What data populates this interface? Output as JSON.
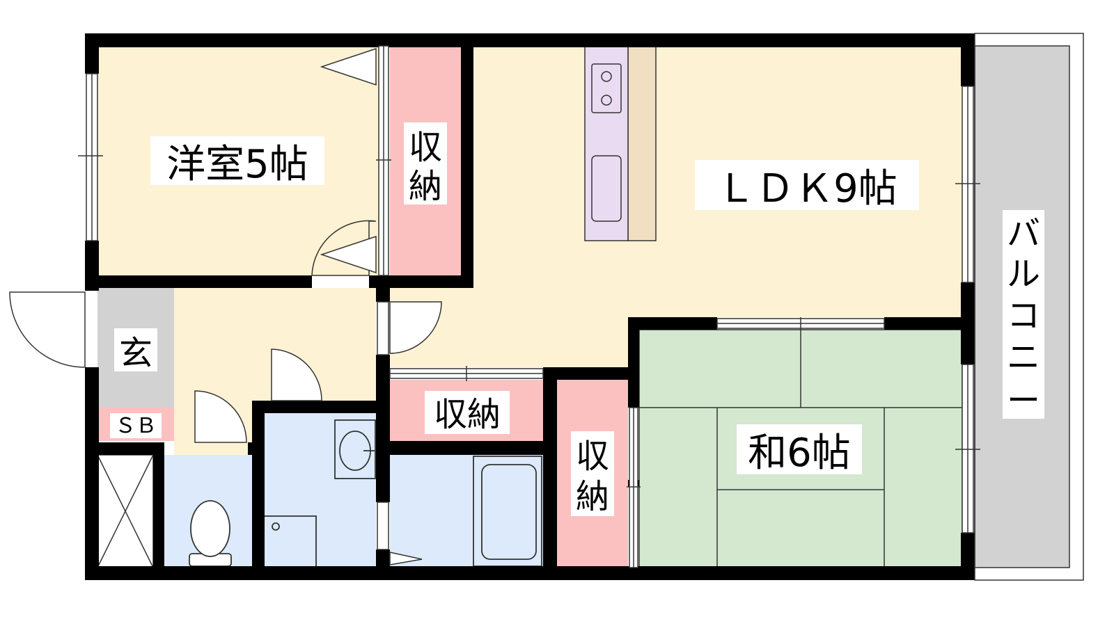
{
  "labels": {
    "western_room": "洋室5帖",
    "ldk": "ＬＤＫ9帖",
    "japanese_room": "和6帖",
    "storage_western": [
      "収",
      "納"
    ],
    "storage_hall": "収納",
    "storage_tatami": [
      "収",
      "納"
    ],
    "entrance": "玄",
    "shoe_box": "ＳＢ",
    "balcony": [
      "バ",
      "ル",
      "コ",
      "ニ",
      "ー"
    ]
  },
  "colors": {
    "living_floor": "#fdf2d3",
    "storage": "#fbc0c0",
    "wet_area": "#dceafb",
    "tatami": "#d3e8cf",
    "entrance_floor": "#d2d2d2",
    "balcony": "#d2d2d2",
    "kitchen_counter": "#e9dcf2",
    "kitchen_backsplash": "#f0dfc3",
    "wall": "#000000"
  }
}
